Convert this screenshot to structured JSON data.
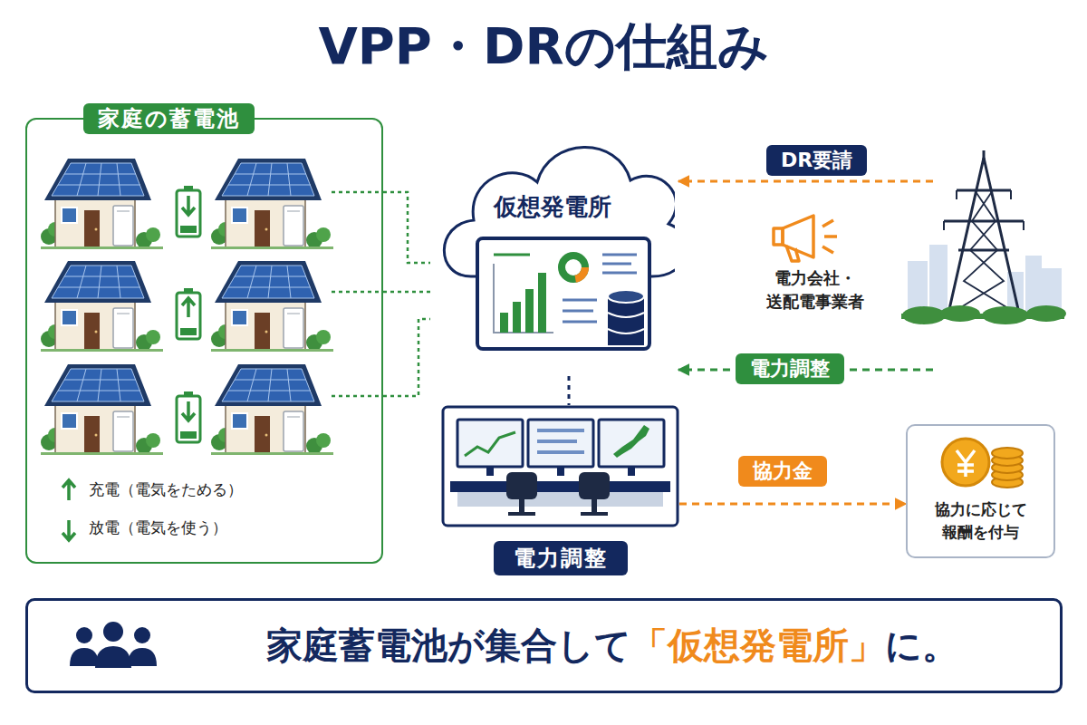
{
  "diagram": {
    "title": "VPP・DRの仕組み",
    "nodes": [
      {
        "text": [
          "家庭の蓄電池"
        ]
      },
      {
        "text": [
          "仮想発電所"
        ]
      },
      {
        "text": [
          "電力調整"
        ]
      },
      {
        "text": [
          "電力会社・送配電事業者"
        ]
      },
      {
        "text": [
          "協力に応じて報酬を付与"
        ]
      },
      {
        "text": [
          "家庭蓄電池が集合して",
          "「仮想発電所」",
          "に。"
        ]
      }
    ],
    "edges": [
      {
        "from": 0,
        "to": 1,
        "arrow": "none"
      },
      {
        "from": 0,
        "to": 1,
        "arrow": "none"
      },
      {
        "from": 0,
        "to": 1,
        "arrow": "none"
      },
      {
        "from": 1,
        "to": 2,
        "arrow": "none"
      },
      {
        "from": 3,
        "to": 1,
        "label": "DR要請",
        "arrow": "to"
      },
      {
        "from": 3,
        "to": 1,
        "label": "電力調整",
        "arrow": "to"
      },
      {
        "from": 2,
        "to": 4,
        "label": "協力金",
        "arrow": "to"
      }
    ],
    "legend": [
      {
        "text": "充電（電気をためる）"
      },
      {
        "text": "放電（電気を使う）"
      }
    ]
  }
}
